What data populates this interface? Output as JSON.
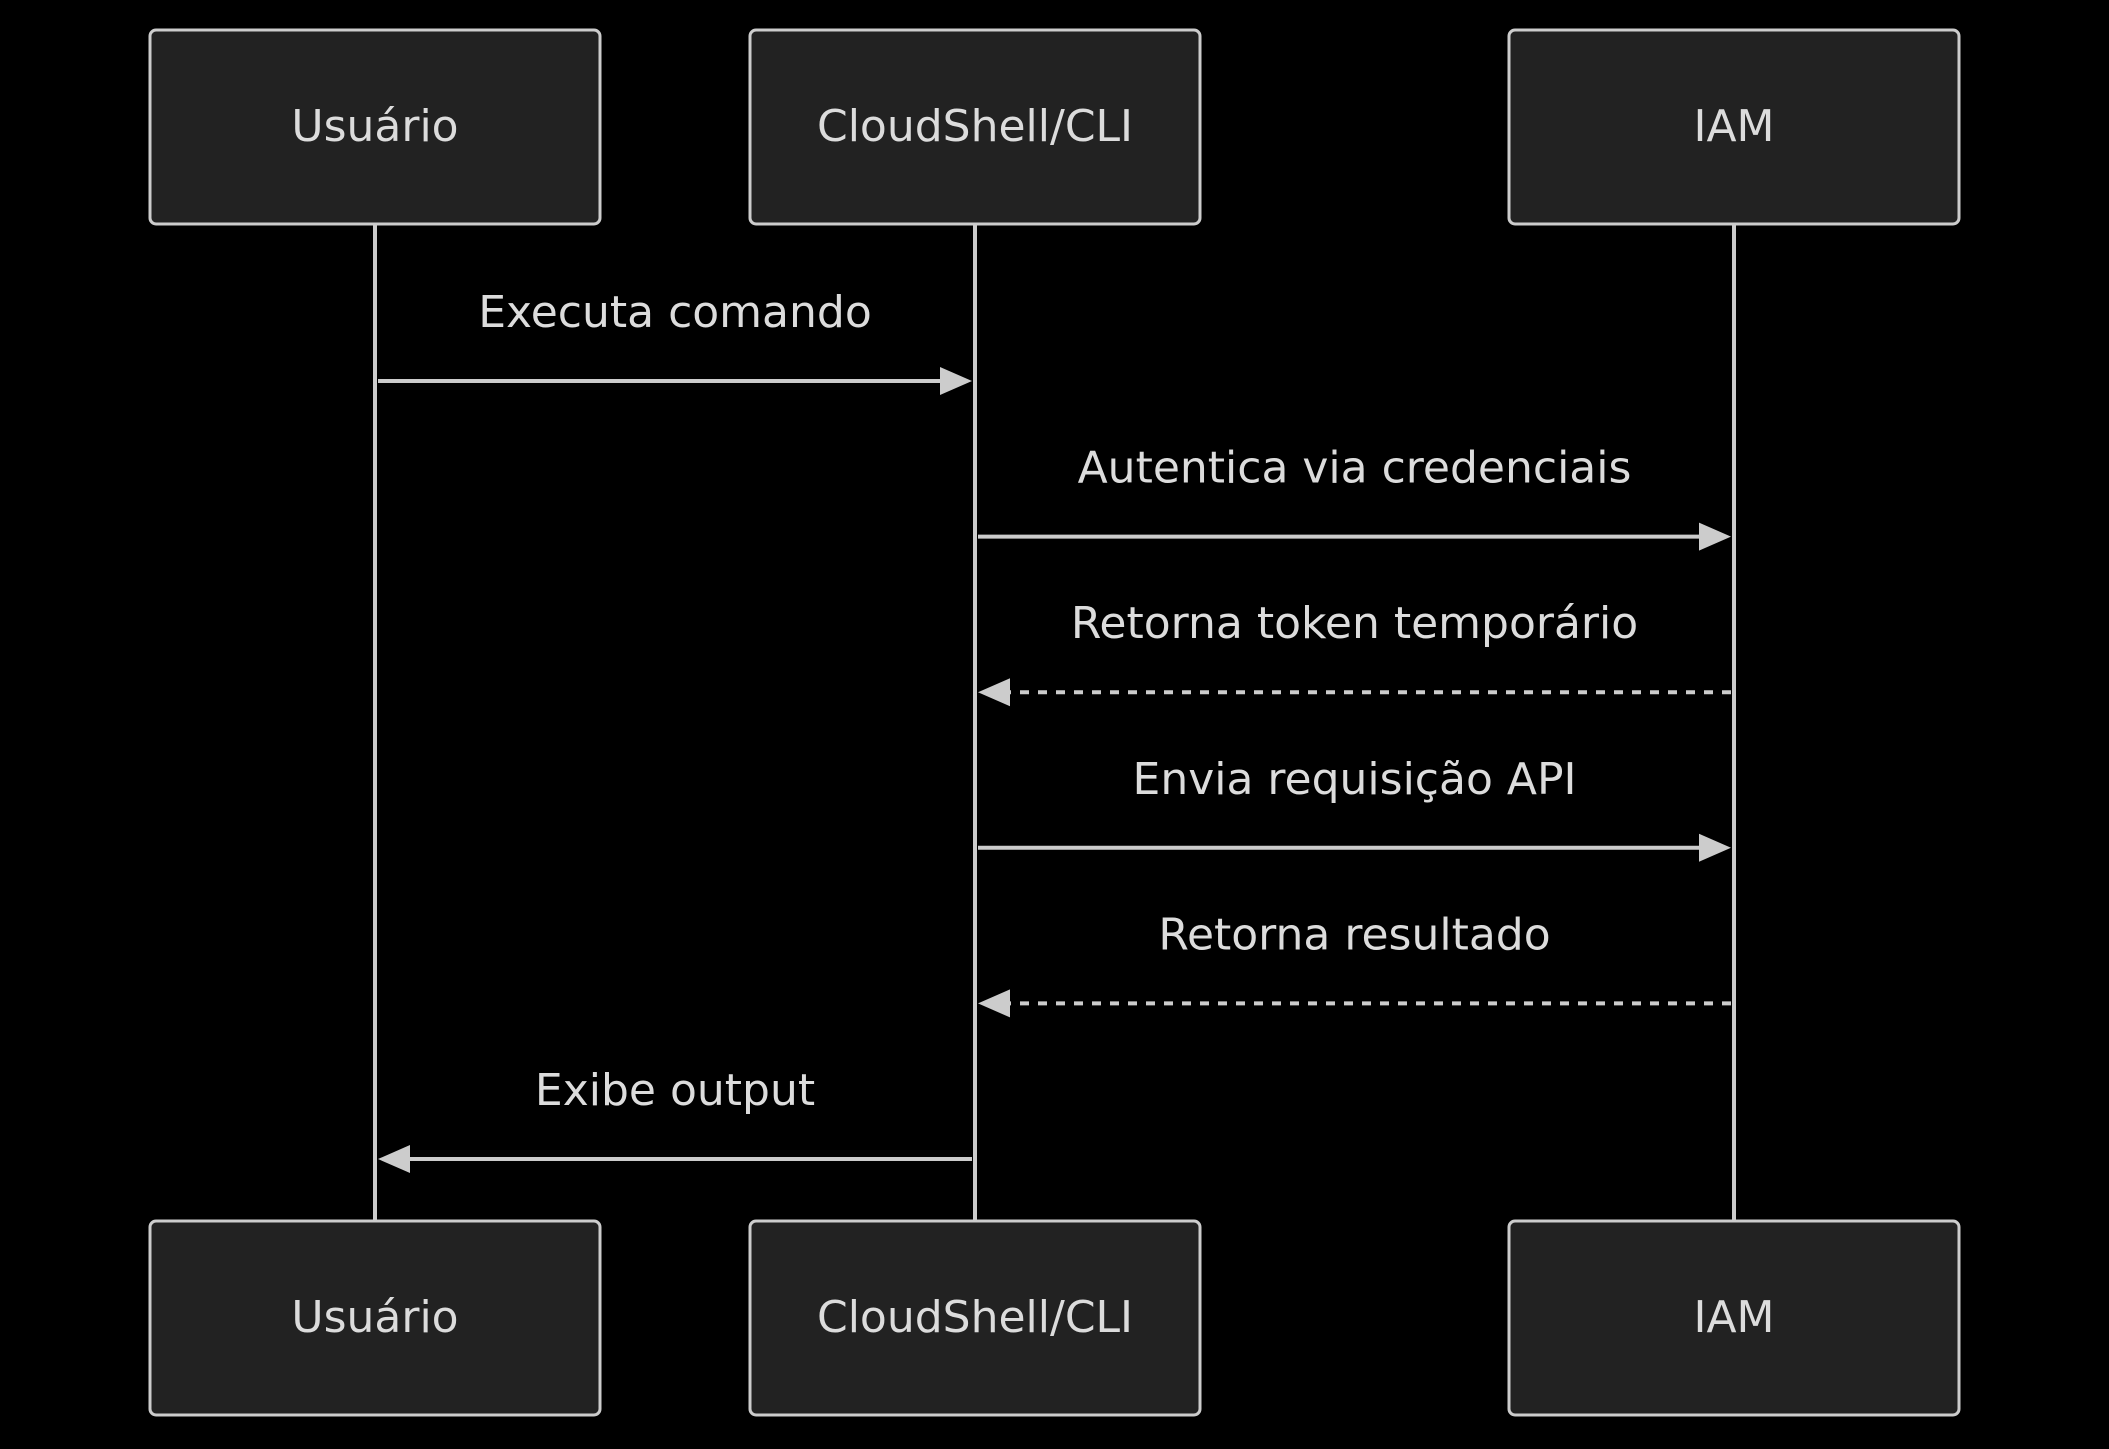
{
  "actors": [
    {
      "id": "user",
      "label": "Usuário"
    },
    {
      "id": "cli",
      "label": "CloudShell/CLI"
    },
    {
      "id": "iam",
      "label": "IAM"
    }
  ],
  "messages": [
    {
      "from": "user",
      "to": "cli",
      "label": "Executa comando",
      "style": "solid"
    },
    {
      "from": "cli",
      "to": "iam",
      "label": "Autentica via credenciais",
      "style": "solid"
    },
    {
      "from": "iam",
      "to": "cli",
      "label": "Retorna token temporário",
      "style": "dashed"
    },
    {
      "from": "cli",
      "to": "iam",
      "label": "Envia requisição API",
      "style": "solid"
    },
    {
      "from": "iam",
      "to": "cli",
      "label": "Retorna resultado",
      "style": "dashed"
    },
    {
      "from": "cli",
      "to": "user",
      "label": "Exibe output",
      "style": "solid"
    }
  ],
  "colors": {
    "background": "#000000",
    "box_fill": "#222222",
    "line": "#cccccc",
    "text": "#dcdcdc"
  }
}
